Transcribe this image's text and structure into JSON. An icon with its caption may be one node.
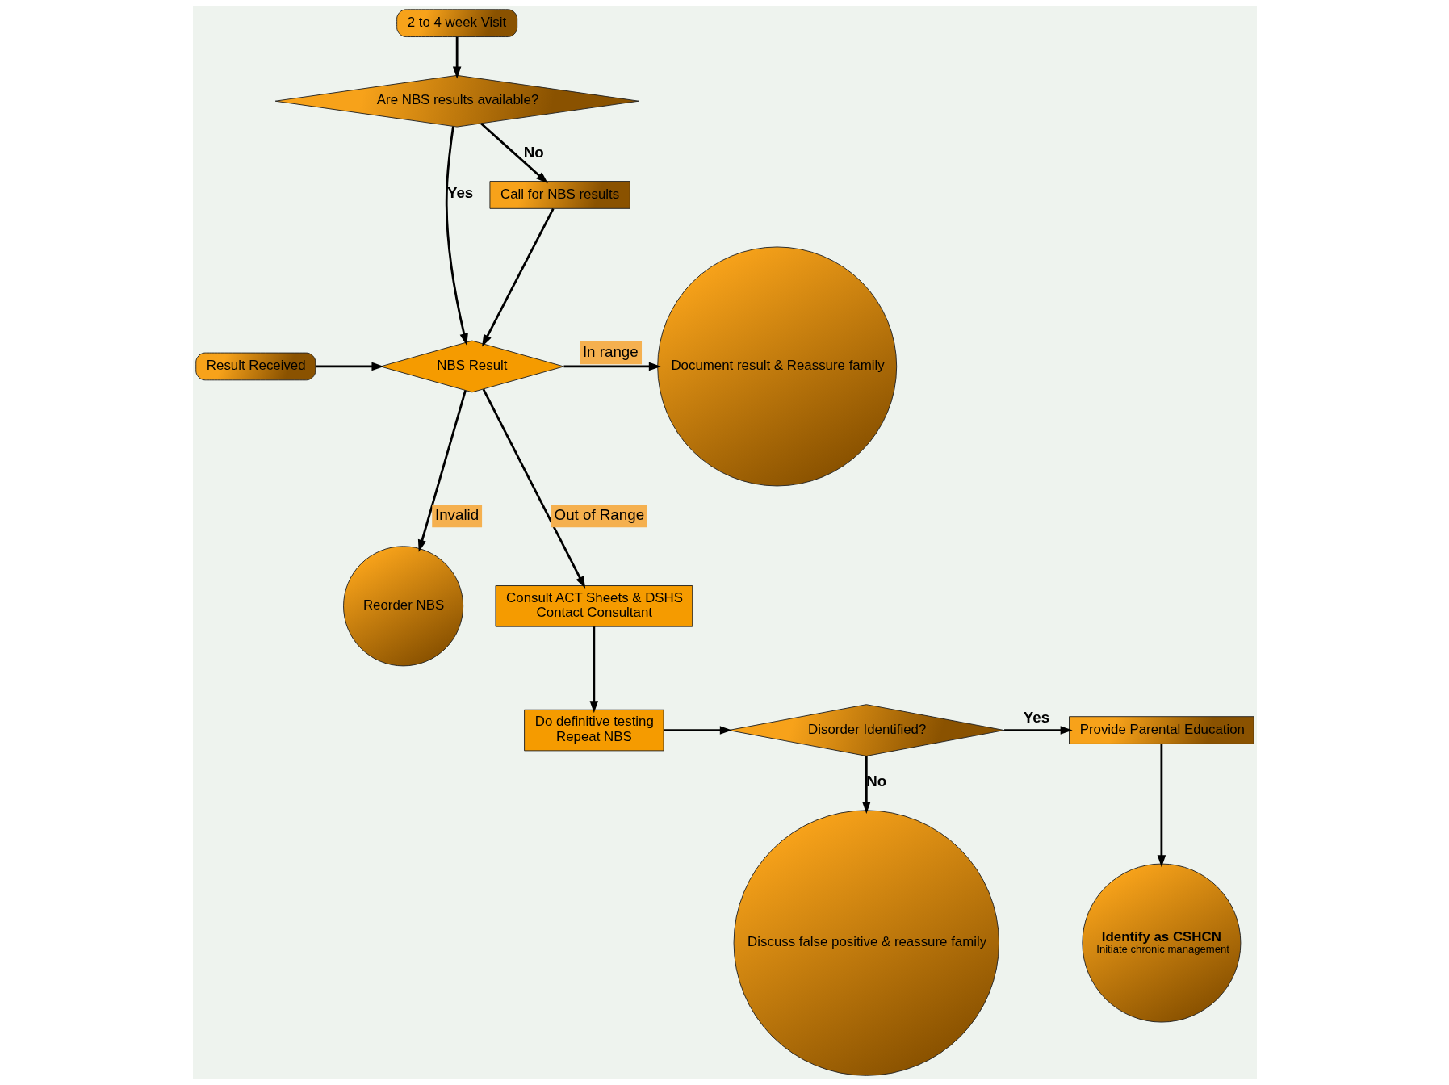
{
  "diagram": {
    "nodes": [
      {
        "text": [
          "Result Received"
        ]
      },
      {
        "text": [
          "NBS Result"
        ]
      },
      {
        "text": [
          "Document result & Reassure family"
        ]
      },
      {
        "text": [
          "Reorder NBS"
        ]
      },
      {
        "text": [
          "Are NBS results available?"
        ]
      },
      {
        "text": [
          "Call for NBS results"
        ]
      },
      {
        "text": [
          "Consult ACT Sheets & DSHS",
          "Contact Consultant"
        ]
      },
      {
        "text": [
          "Do definitive testing",
          "Repeat NBS"
        ]
      },
      {
        "text": [
          "Disorder Identified?"
        ]
      },
      {
        "text": [
          "Provide Parental Education"
        ]
      },
      {
        "text": [
          "Discuss false positive & reassure family"
        ]
      },
      {
        "text": [
          "Identify as CSHCN",
          "Initiate chronic management"
        ]
      },
      {
        "text": [
          "2 to 4 week Visit"
        ]
      }
    ],
    "edges": [
      {
        "from": 12,
        "to": 4,
        "arrow": "to"
      },
      {
        "from": 0,
        "to": 1,
        "arrow": "to"
      },
      {
        "from": 4,
        "to": 1,
        "arrow": "to",
        "label": "Yes"
      },
      {
        "from": 4,
        "to": 5,
        "arrow": "to",
        "label": "No"
      },
      {
        "from": 5,
        "to": 1,
        "arrow": "to"
      },
      {
        "from": 1,
        "to": 2,
        "arrow": "to",
        "label": "In range"
      },
      {
        "from": 1,
        "to": 3,
        "arrow": "to",
        "label": "Invalid"
      },
      {
        "from": 1,
        "to": 6,
        "arrow": "to",
        "label": "Out of Range"
      },
      {
        "from": 6,
        "to": 7,
        "arrow": "to"
      },
      {
        "from": 7,
        "to": 8,
        "arrow": "to"
      },
      {
        "from": 8,
        "to": 9,
        "arrow": "to",
        "label": "Yes"
      },
      {
        "from": 8,
        "to": 10,
        "arrow": "to",
        "label": "No"
      },
      {
        "from": 9,
        "to": 11,
        "arrow": "to"
      }
    ]
  }
}
